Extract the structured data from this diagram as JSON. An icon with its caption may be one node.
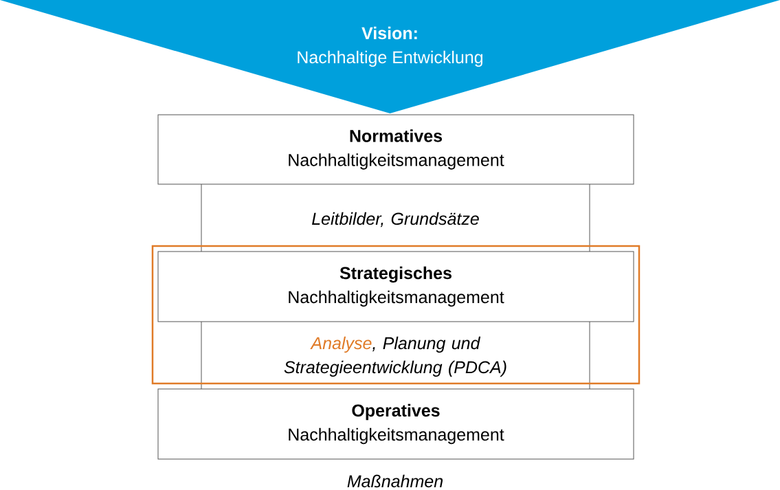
{
  "diagram": {
    "nodes": [
      {
        "text": [
          "**Vision**:",
          "Nachhaltige Entwicklung"
        ]
      },
      {
        "text": [
          "Normatives",
          "Nachhaltigkeitsmanagement"
        ]
      },
      {
        "text": [
          "Leitbilder, Grundsätze"
        ]
      },
      {
        "text": [],
        "shape": "box"
      },
      {
        "text": [
          "Strategisches",
          "Nachhaltigkeitsmanagement"
        ],
        "in": 3
      },
      {
        "text": [
          "Analyse",
          ", Planung und Strategieentwicklung (PDCA)"
        ]
      },
      {
        "text": [
          "Operatives",
          "Nachhaltigkeitsmanagement"
        ]
      }
    ],
    "edges": [],
    "labels": [
      "Maßnahmen"
    ]
  }
}
